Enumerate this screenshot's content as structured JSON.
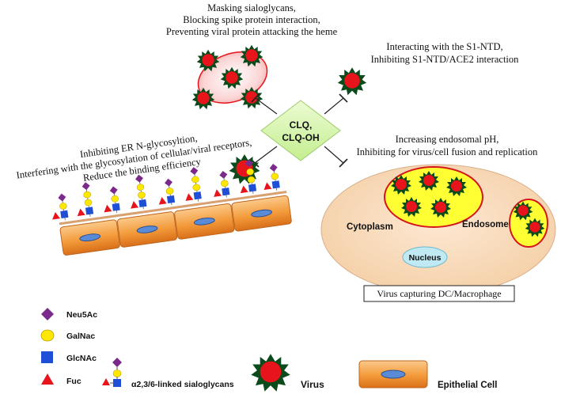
{
  "annotations": {
    "top": [
      "Masking sialoglycans,",
      "Blocking spike protein interaction,",
      "Preventing viral protein attacking the heme"
    ],
    "right": [
      "Interacting with the S1-NTD,",
      "Inhibiting S1-NTD/ACE2 interaction"
    ],
    "left": [
      "Inhibiting ER N-glycosyltion,",
      "Interfering with the glycosylation of cellular/viral receptors,",
      "Reduce the binding efficiency"
    ],
    "endosomal": [
      "Increasing endosomal pH,",
      "Inhibiting for virus/cell fusion and replication"
    ]
  },
  "drug": {
    "line1": "CLQ,",
    "line2": "CLQ-OH"
  },
  "cell": {
    "cytoplasm": "Cytoplasm",
    "endosome": "Endosome",
    "nucleus": "Nucleus",
    "caption": "Virus capturing DC/Macrophage"
  },
  "legend": {
    "neu5ac": "Neu5Ac",
    "galnac": "GalNac",
    "glcnac": "GlcNAc",
    "fuc": "Fuc",
    "sialoglycans": "α2,3/6-linked sialoglycans",
    "virus": "Virus",
    "epithelial": "Epithelial Cell"
  },
  "colors": {
    "neu5ac": "#7b2a8c",
    "galnac": "#ffe800",
    "glcnac": "#1f4fd6",
    "fuc": "#e8141b",
    "virus_red": "#e8141b",
    "virus_dark": "#0b4a1a",
    "drug_diamond": "#d8f5b0",
    "cell_fill": "#f7d9b8",
    "endosome_fill": "#ffff33",
    "nucleus_fill": "#bfe9f3",
    "epithelial": "#f39a3a"
  }
}
